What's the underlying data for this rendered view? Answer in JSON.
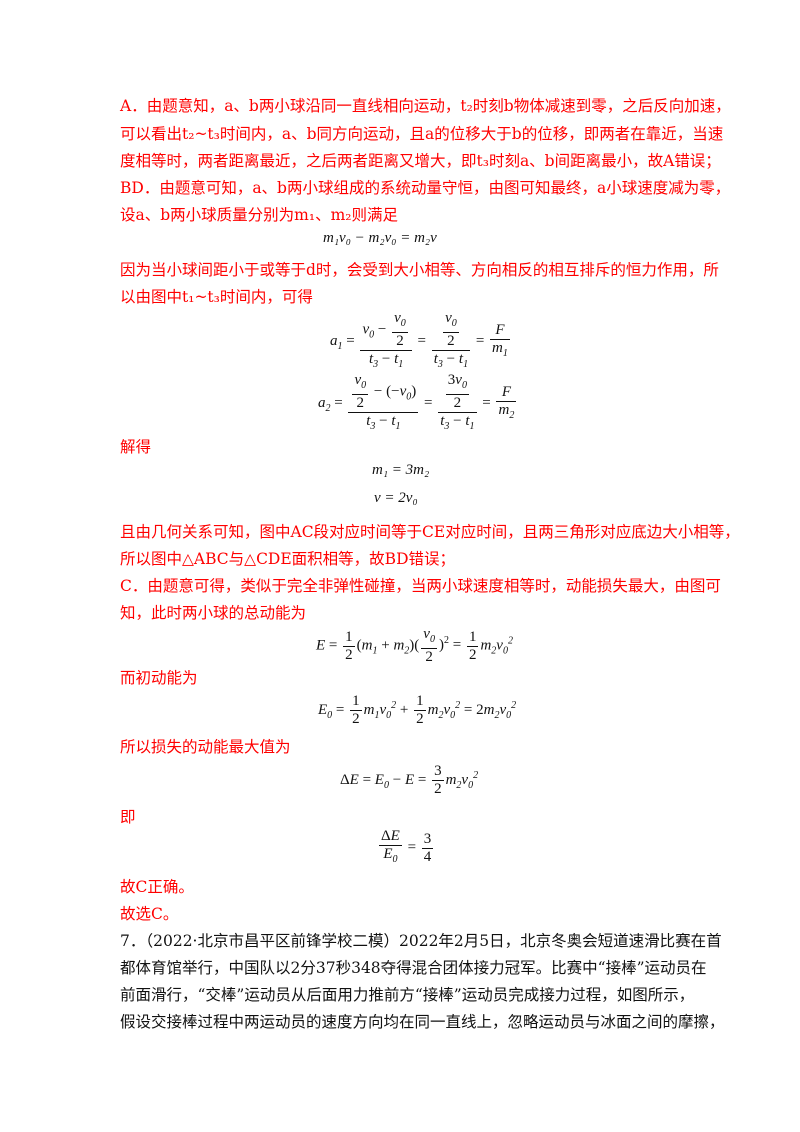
{
  "text_lines": [
    "A．由题意知，a、b两小球沿同一直线相向运动，t₂时刻b物体减速到零，之后反向加速，",
    "可以看出t₂~t₃时间内，a、b同方向运动，且a的位移大于b的位移，即两者在靠近，当速",
    "度相等时，两者距离最近，之后两者距离又增大，即t₃时刻a、b间距离最小，故A错误；",
    "BD．由题意可知，a、b两小球组成的系统动量守恒，由图可知最终，a小球速度减为零，",
    "设a、b两小球质量分别为m₁、m₂则满足",
    "因为当小球间距小于或等于d时，会受到大小相等、方向相反的相互排斥的恒力作用，所",
    "以由图中t₁~t₃时间内，可得",
    "解得",
    "且由几何关系可知，图中AC段对应时间等于CE对应时间，且两三角形对应底边大小相等，",
    "所以图中△ABC与△CDE面积相等，故BD错误；",
    "C．由题意可得，类似于完全非弹性碰撞，当两小球速度相等时，动能损失最大，由图可",
    "知，此时两小球的总动能为",
    "而初动能为",
    "所以损失的动能最大值为",
    "即",
    "故C正确。",
    "故选C。",
    "7．（2022·北京市昌平区前锋学校二模）2022年2月5日，北京冬奥会短道速滑比赛在首",
    "都体育馆举行，中国队以2分37秒348夺得混合团体接力冠军。比赛中“接棒”运动员在",
    "前面滑行，“交棒”运动员从后面用力推前方“接棒”运动员完成接力过程，如图所示，",
    "假设交接棒过程中两运动员的速度方向均在同一直线上，忽略运动员与冰面之间的摩擦，"
  ],
  "equations": {
    "momentum": "m₁v₀ − m₂v₀ = m₂v",
    "a1": "a₁ = (v₀ − v₀/2)/(t₃ − t₁) = (v₀/2)/(t₃ − t₁) = F/m₁",
    "a2": "a₂ = (v₀/2 − (−v₀))/(t₃ − t₁) = (3v₀/2)/(t₃ − t₁) = F/m₂",
    "m1": "m₁ = 3m₂",
    "v": "v = 2v₀",
    "E": "E = ½(m₁ + m₂)(v₀/2)² = ½m₂v₀²",
    "E0": "E₀ = ½m₁v₀² + ½m₂v₀² = 2m₂v₀²",
    "dE": "ΔE = E₀ − E = (3/2)m₂v₀²",
    "ratio": "ΔE/E₀ = 3/4"
  }
}
